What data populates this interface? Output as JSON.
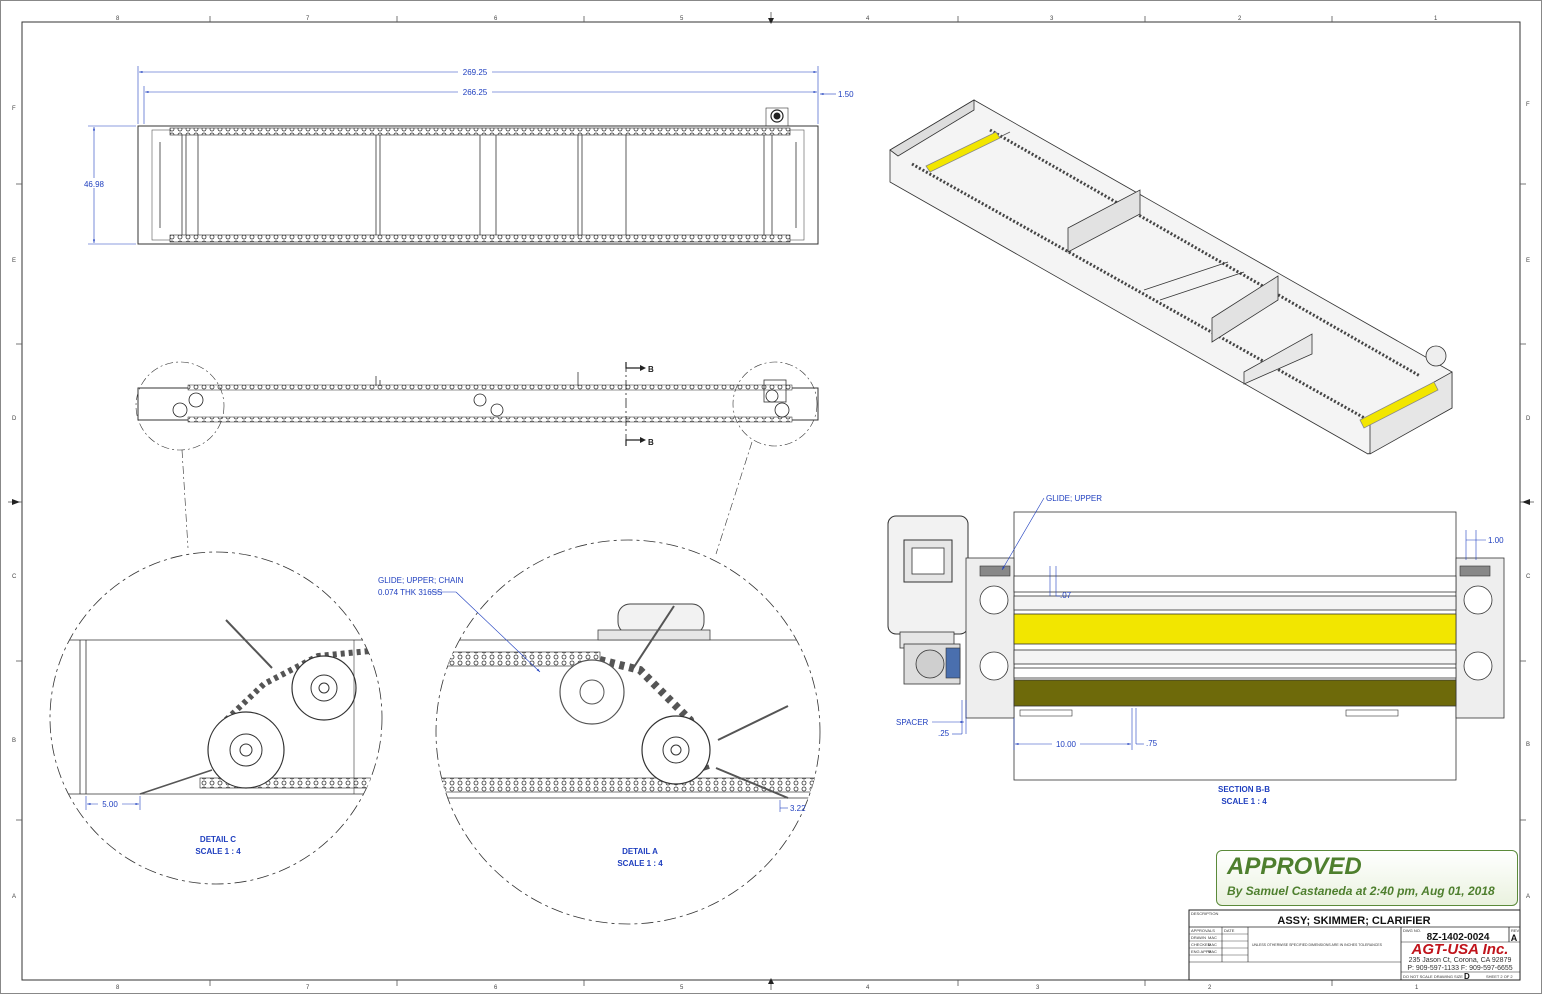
{
  "zones": {
    "cols_top": [
      "8",
      "7",
      "6",
      "5",
      "4",
      "3",
      "2",
      "1"
    ],
    "cols_bottom": [
      "8",
      "7",
      "6",
      "5",
      "4",
      "3",
      "2",
      "1"
    ],
    "rows": [
      "F",
      "E",
      "D",
      "C",
      "B",
      "A"
    ]
  },
  "top_view": {
    "dim_overall": "269.25",
    "dim_inner": "266.25",
    "dim_offset": "1.50",
    "dim_width": "46.98"
  },
  "side_view": {
    "section_mark": "B"
  },
  "section_bb": {
    "callout_glide": "GLIDE; UPPER",
    "dim_1": "1.00",
    "dim_2": ".07",
    "callout_spacer": "SPACER",
    "dim_3": ".25",
    "dim_4": "10.00",
    "dim_5": ".75",
    "title": "SECTION B-B",
    "scale": "SCALE 1 : 4"
  },
  "detail_c": {
    "dim": "5.00",
    "title": "DETAIL C",
    "scale": "SCALE 1 : 4"
  },
  "detail_a": {
    "callout_line1": "GLIDE; UPPER; CHAIN",
    "callout_line2": "0.074 THK 316SS",
    "dim": "3.22",
    "title": "DETAIL A",
    "scale": "SCALE 1 : 4"
  },
  "stamp": {
    "status": "APPROVED",
    "by_line": "By Samuel Castaneda  at 2:40 pm, Aug 01, 2018"
  },
  "title_block": {
    "description_label": "DESCRIPTION",
    "description": "ASSY; SKIMMER; CLARIFIER",
    "dwg_no_label": "DWG NO.",
    "dwg_no": "8Z-1402-0024",
    "rev_label": "REV",
    "rev": "A",
    "approvals_label": "APPROVALS",
    "date_label": "DATE",
    "drawn_label": "DRAWN",
    "checked_label": "CHECKED",
    "engr_label": "ENG APPR",
    "initials": "MAC",
    "size_label": "SIZE",
    "size": "D",
    "company": "AGT-USA Inc.",
    "address": "235 Jason Ct, Corona, CA 92879",
    "phone": "P: 909-597-1133  F: 909-597-6655",
    "footer": "DO NOT SCALE DRAWING",
    "sheet": "SHEET 2 OF 2",
    "notes": "UNLESS OTHERWISE SPECIFIED DIMENSIONS ARE IN INCHES TOLERANCES"
  },
  "colors": {
    "dim_blue": "#1f3fbf",
    "approved_green": "#4e7f2e",
    "glide_yellow": "#f2e600",
    "glide_olive": "#6e6a0a",
    "company_red": "#c0141b"
  }
}
